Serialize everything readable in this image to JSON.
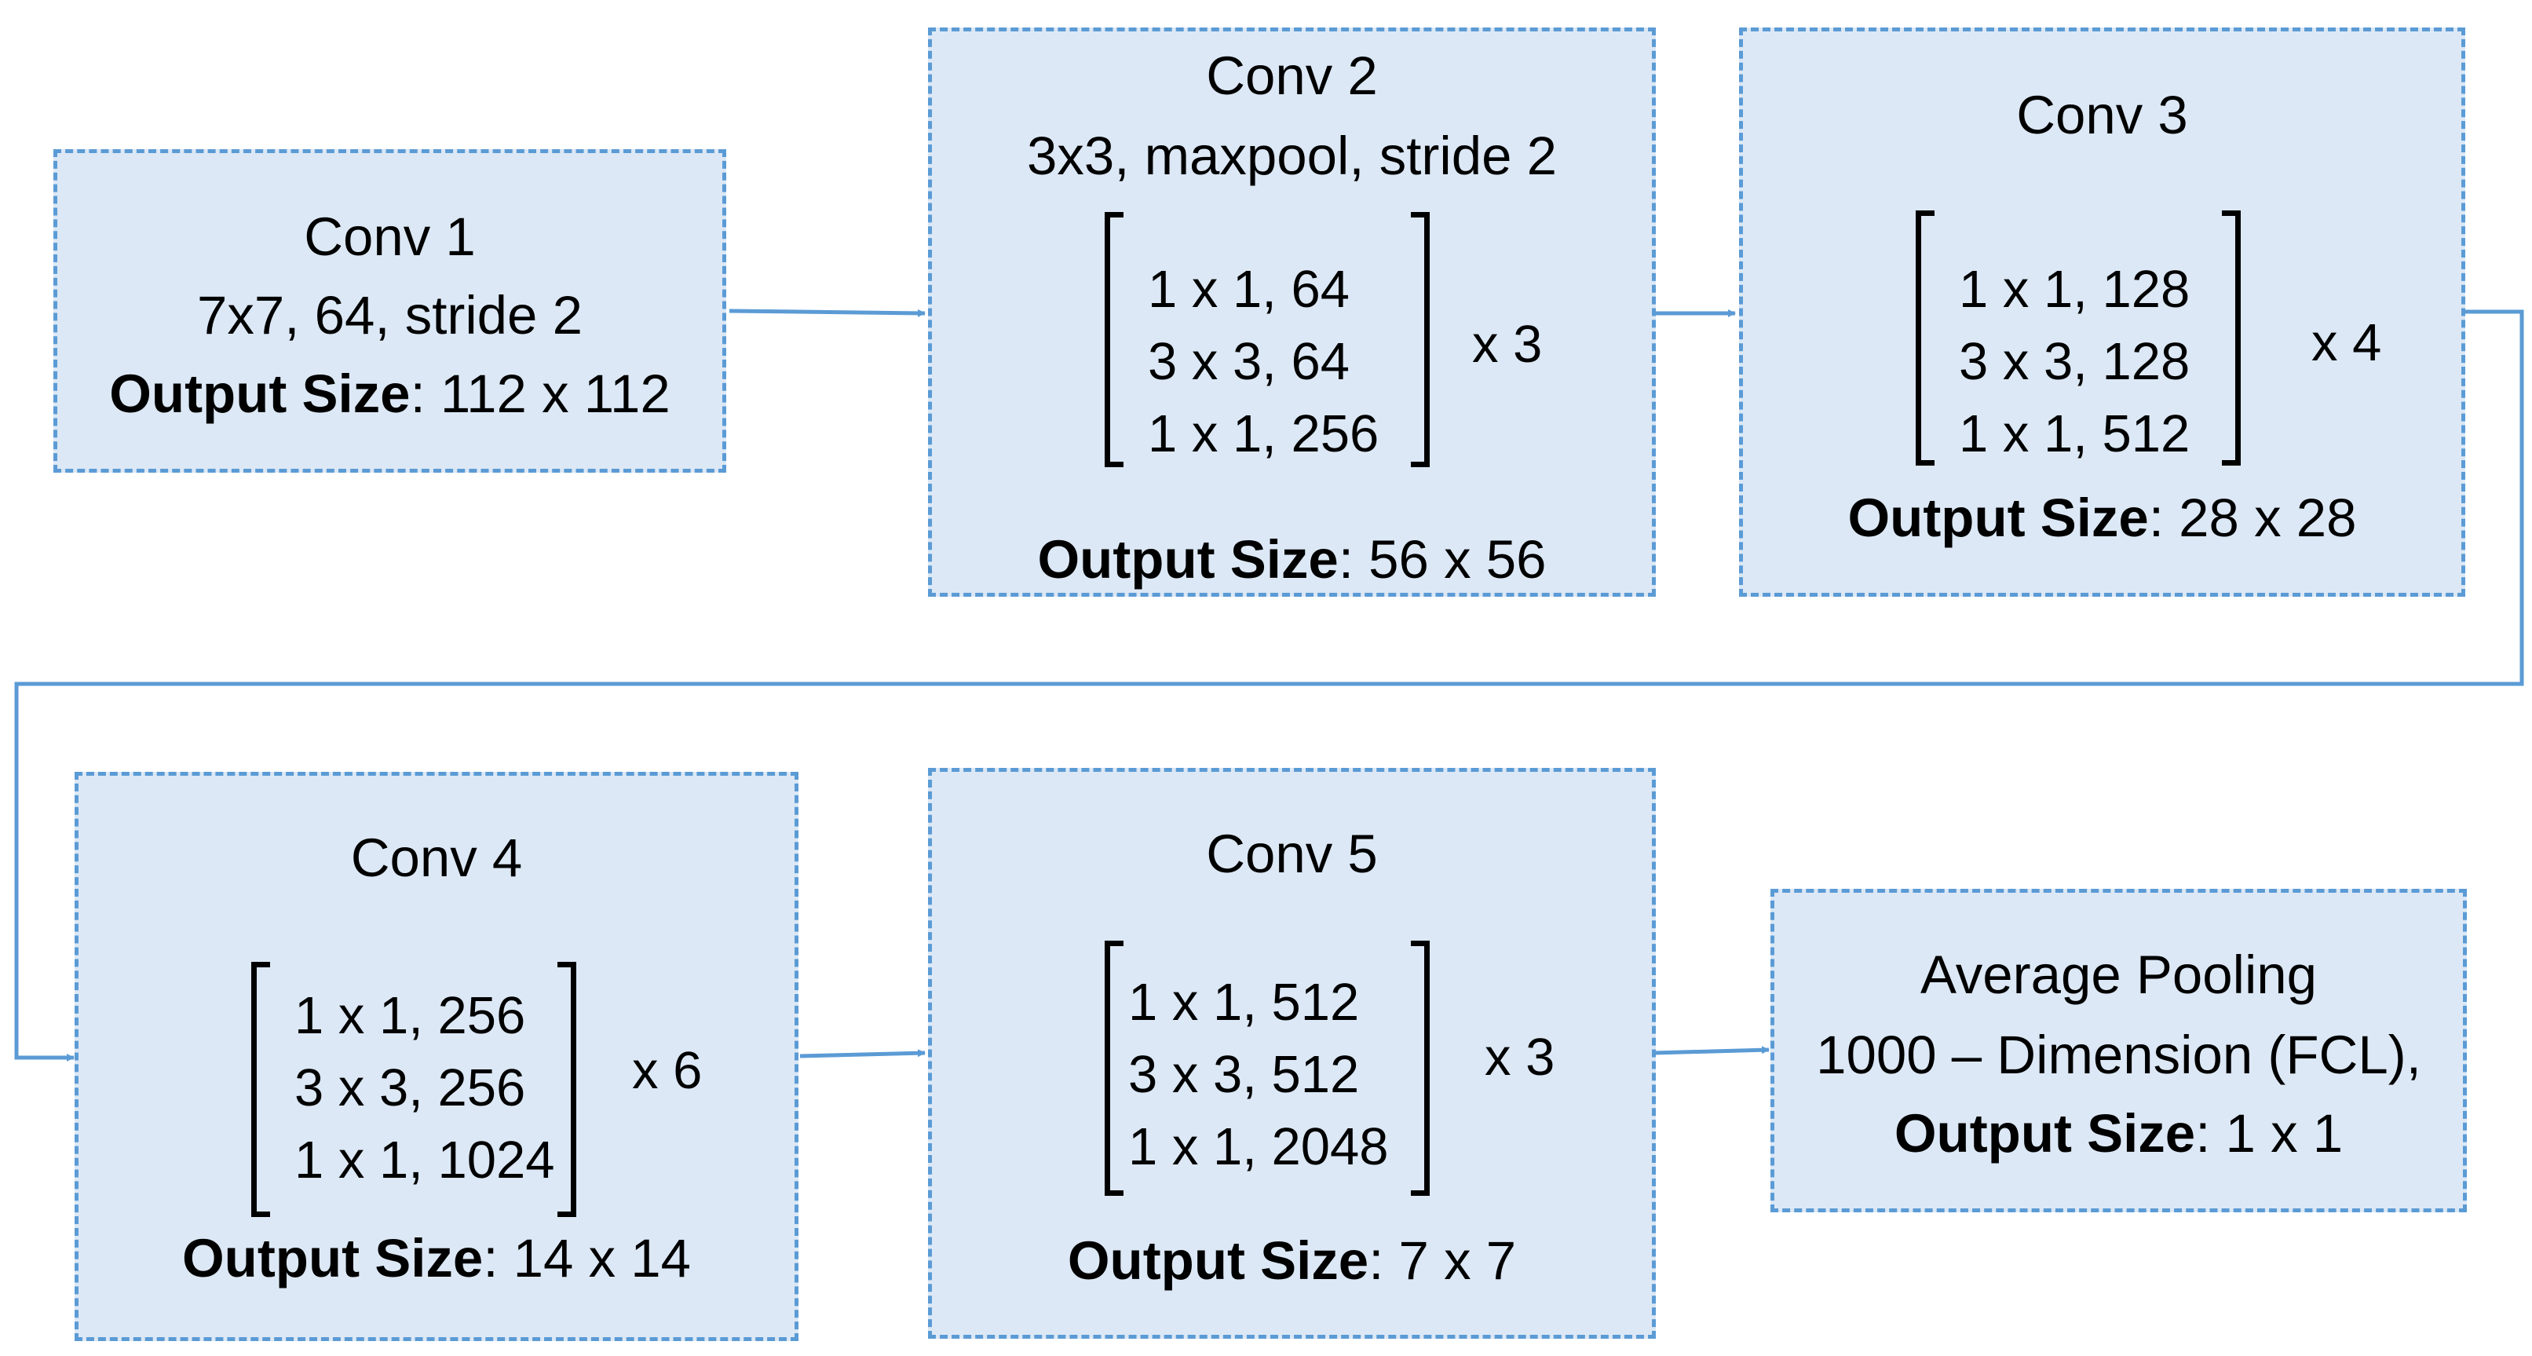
{
  "nodes": {
    "conv1": {
      "title": "Conv 1",
      "spec": "7x7, 64, stride 2",
      "output_label": "Output Size",
      "output_value": ": 112 x 112"
    },
    "conv2": {
      "title": "Conv 2",
      "spec": "3x3, maxpool, stride 2",
      "rows": [
        "1 x 1, 64",
        "3 x 3, 64",
        "1 x 1, 256"
      ],
      "repeat": "x 3",
      "output_label": "Output Size",
      "output_value": ": 56 x 56"
    },
    "conv3": {
      "title": "Conv 3",
      "rows": [
        "1 x 1, 128",
        "3 x 3, 128",
        "1 x 1, 512"
      ],
      "repeat": "x 4",
      "output_label": "Output Size",
      "output_value": ": 28 x 28"
    },
    "conv4": {
      "title": "Conv 4",
      "rows": [
        "1 x 1, 256",
        "3 x 3, 256",
        "1 x 1, 1024"
      ],
      "repeat": "x 6",
      "output_label": "Output Size",
      "output_value": ": 14 x 14"
    },
    "conv5": {
      "title": "Conv 5",
      "rows": [
        "1 x 1, 512",
        "3 x 3, 512",
        "1 x 1, 2048"
      ],
      "repeat": "x 3",
      "output_label": "Output Size",
      "output_value": ": 7 x 7"
    },
    "pool": {
      "title": "Average Pooling",
      "spec": "1000 – Dimension (FCL),",
      "output_label": "Output Size",
      "output_value": ": 1 x 1"
    }
  },
  "colors": {
    "box_fill": "#dce8f5",
    "box_border": "#5b9bd5",
    "arrow": "#5b9bd5"
  }
}
